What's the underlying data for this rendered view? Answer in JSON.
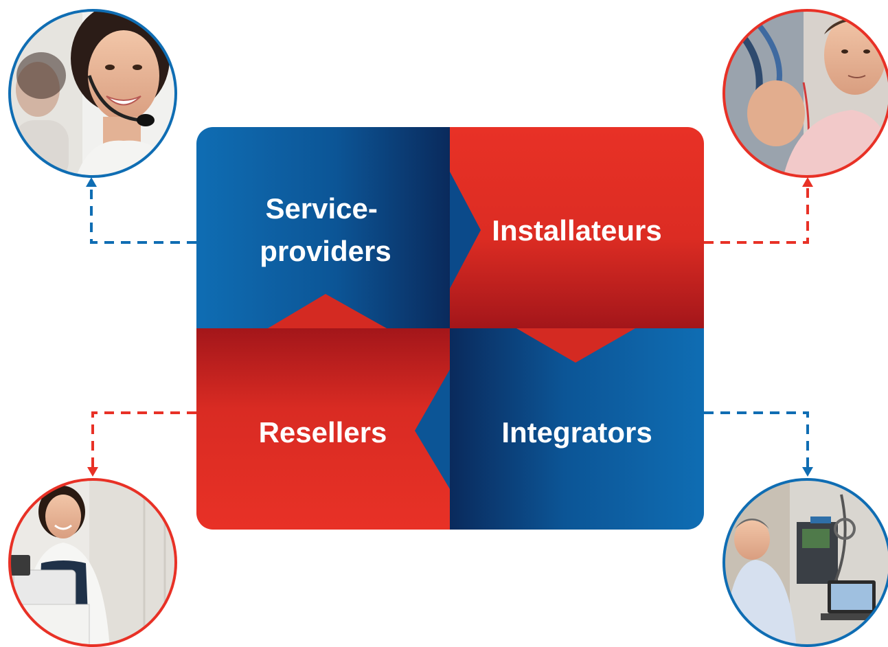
{
  "colors": {
    "blue": "#0f6db3",
    "blue_dark": "#0a2f63",
    "red": "#e83126",
    "red_dark": "#a8171a",
    "white": "#ffffff"
  },
  "quadrants": [
    {
      "id": "service-providers",
      "lines": [
        "Service-",
        "providers"
      ],
      "color": "blue"
    },
    {
      "id": "installateurs",
      "lines": [
        "Installateurs"
      ],
      "color": "red"
    },
    {
      "id": "resellers",
      "lines": [
        "Resellers"
      ],
      "color": "red"
    },
    {
      "id": "integrators",
      "lines": [
        "Integrators"
      ],
      "color": "blue"
    }
  ],
  "photos": [
    {
      "id": "call-center-agent",
      "depicts": "smiling woman with headset",
      "color": "blue"
    },
    {
      "id": "technician-with-cables",
      "depicts": "man holding network cables",
      "color": "red"
    },
    {
      "id": "shop-cashier",
      "depicts": "woman at cash register",
      "color": "red"
    },
    {
      "id": "it-engineers",
      "depicts": "men working on equipment with laptop",
      "color": "blue"
    }
  ]
}
